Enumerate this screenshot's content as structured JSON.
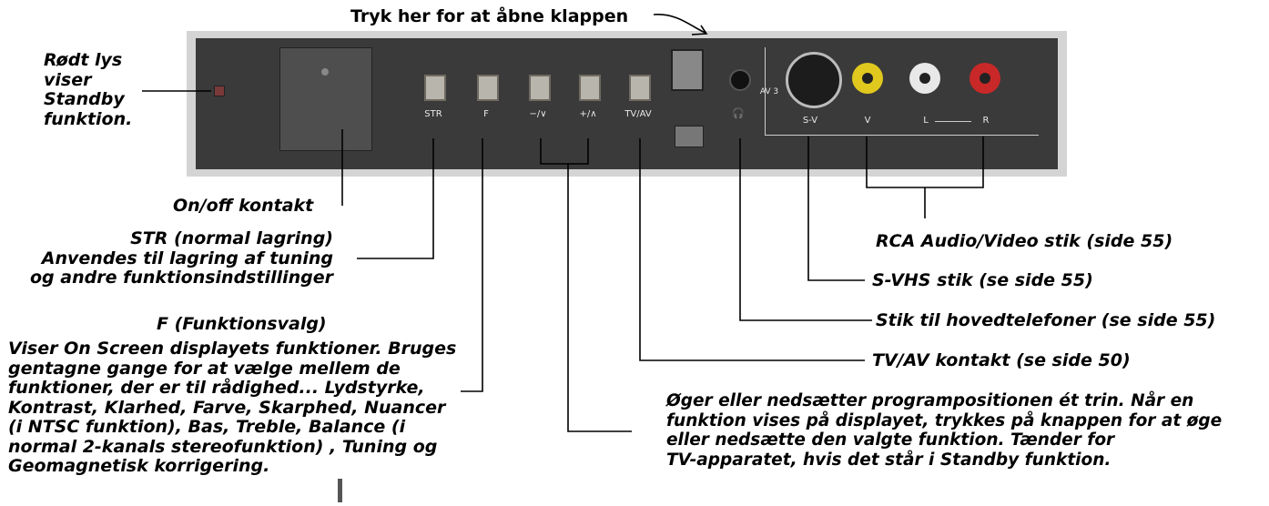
{
  "labels": {
    "top_hint": "Tryk her for at åbne klappen",
    "standby": [
      "Rødt lys",
      "viser",
      "Standby",
      "funktion."
    ],
    "onoff": "On/off kontakt",
    "str": [
      "STR (normal lagring)",
      "Anvendes til lagring af tuning",
      "og andre funktionsindstillinger"
    ],
    "f_title": "F (Funktionsvalg)",
    "f_body": [
      "Viser On Screen displayets funktioner. Bruges",
      "gentagne gange for at vælge mellem de",
      "funktioner, der er til rådighed... Lydstyrke,",
      "Kontrast, Klarhed, Farve, Skarphed, Nuancer",
      "(i NTSC funktion), Bas, Treble, Balance (i",
      "normal 2-kanals stereofunktion) , Tuning og",
      "Geomagnetisk korrigering."
    ],
    "rca": "RCA Audio/Video stik (side 55)",
    "svhs": "S-VHS stik (se side 55)",
    "headphones": "Stik til hovedtelefoner (se side 55)",
    "tvav": "TV/AV kontakt (se side 50)",
    "updown": [
      "Øger eller nedsætter programpositionen ét trin. Når en",
      "funktion vises på displayet, trykkes på knappen for at øge",
      "eller nedsætte den valgte funktion. Tænder for",
      "TV-apparatet, hvis det står i Standby funktion."
    ]
  },
  "panel": {
    "button_labels": [
      "STR",
      "F",
      "−/∨",
      "+/∧",
      "TV/AV"
    ],
    "av_label": "AV 3",
    "headphone_symbol": "🎧",
    "jack_labels": [
      "S-V",
      "V",
      "L",
      "R"
    ]
  },
  "colors": {
    "panel_frame": "#d4d4d4",
    "panel_body": "#3a3a3a",
    "jack_yellow": "#e0c81e",
    "jack_white": "#e8e8e8",
    "jack_red": "#c82828"
  }
}
